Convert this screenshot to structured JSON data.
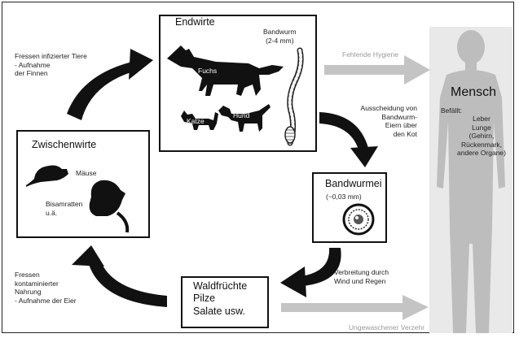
{
  "endwirte": {
    "title": "Endwirte",
    "fox": "Fuchs",
    "cat": "Katze",
    "dog": "Hund",
    "tapeworm": "Bandwurm\n(2-4 mm)"
  },
  "zwischenwirte": {
    "title": "Zwischenwirte",
    "mice": "Mäuse",
    "muskrat": "Bisamratten\nu.ä."
  },
  "bandwurmei": {
    "title": "Bandwurmei",
    "size": "(~0,03 mm)"
  },
  "waldfruechte": {
    "line1": "Waldfrüchte",
    "line2": "Pilze",
    "line3": "Salate usw."
  },
  "mensch": {
    "title": "Mensch",
    "befaellt_label": "Befällt:",
    "organs": "Leber\nLunge\n(Gehirn,\nRückenmark,\nandere Organe)"
  },
  "arrows": {
    "top_left": "Fressen infizierter Tiere\n- Aufnahme\nder Finnen",
    "right_top": "Ausscheidung von\nBandwurm-\nEiern über\nden Kot",
    "right_bottom": "Verbreitung durch\nWind und Regen",
    "bottom_left": "Fressen\nkontaminierter\nNahrung\n- Aufnahme der Eier",
    "grey_top": "Fehlende Hygiene",
    "grey_bottom": "Ungewaschener Verzehr"
  },
  "colors": {
    "ink": "#111111",
    "human": "#bdbdbd",
    "grey_arrow": "#c4c4c4",
    "grey_text": "#9a9a9a"
  }
}
